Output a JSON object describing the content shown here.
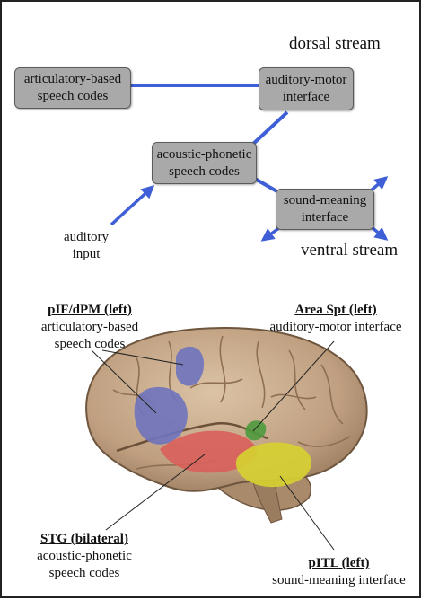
{
  "streams": {
    "dorsal": "dorsal stream",
    "ventral": "ventral stream"
  },
  "nodes": {
    "articulatory": [
      "articulatory-based",
      "speech codes"
    ],
    "auditory_motor": [
      "auditory-motor",
      "interface"
    ],
    "acoustic_phonetic": [
      "acoustic-phonetic",
      "speech codes"
    ],
    "sound_meaning": [
      "sound-meaning",
      "interface"
    ]
  },
  "input_label": [
    "auditory",
    "input"
  ],
  "regions": {
    "pif": {
      "heading": "pIF/dPM (left)",
      "lines": [
        "articulatory-based",
        "speech codes"
      ],
      "color": "#6f73bd"
    },
    "spt": {
      "heading": "Area Spt (left)",
      "lines": [
        "auditory-motor interface"
      ],
      "color": "#4f9a3e"
    },
    "stg": {
      "heading": "STG (bilateral)",
      "lines": [
        "acoustic-phonetic",
        "speech codes"
      ],
      "color": "#d85f5a"
    },
    "pitl": {
      "heading": "pITL (left)",
      "lines": [
        "sound-meaning interface"
      ],
      "color": "#d6d032"
    }
  },
  "colors": {
    "connector": "#3f5fd6",
    "node_fill": "#a9a9a9",
    "brain": "#c8ab8c"
  }
}
